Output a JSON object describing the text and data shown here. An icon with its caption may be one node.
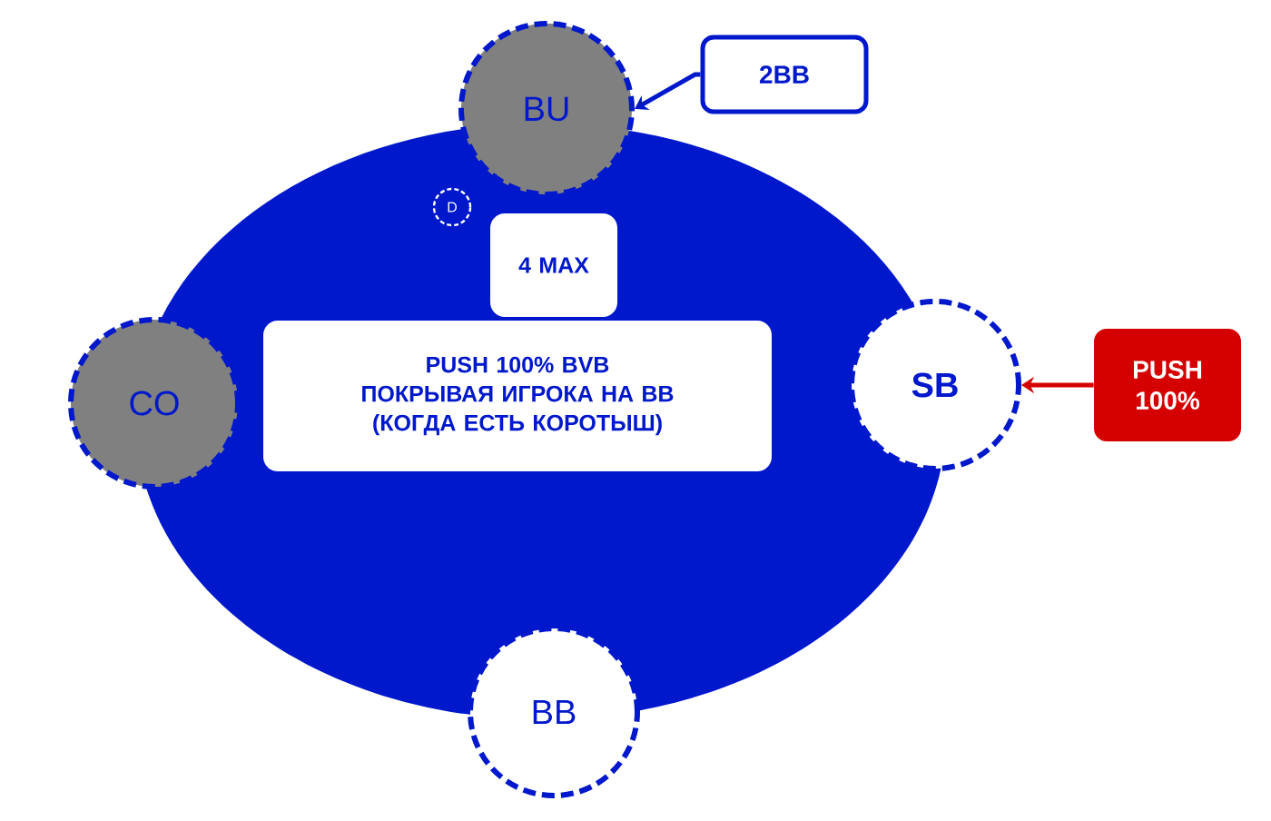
{
  "diagram": {
    "nodes": [
      {
        "text": [
          "BU"
        ]
      },
      {
        "text": [
          "2BB"
        ]
      },
      {
        "text": [
          "D"
        ]
      },
      {
        "text": [
          "4 MAX"
        ]
      },
      {
        "text": [
          "CO"
        ]
      },
      {
        "text": [
          "PUSH 100% BVB ПОКРЫВАЯ ИГРОКА НА BB",
          "(КОГДА ЕСТЬ КОРОТЫШ)"
        ]
      },
      {
        "text": [
          "SB"
        ]
      },
      {
        "text": [
          "PUSH 100%"
        ]
      },
      {
        "text": [
          "BB"
        ]
      }
    ],
    "edges": [
      {
        "from": 1,
        "to": 0,
        "arrow": "to"
      },
      {
        "from": 7,
        "to": 6,
        "arrow": "to",
        "color": "#d50000"
      }
    ]
  }
}
